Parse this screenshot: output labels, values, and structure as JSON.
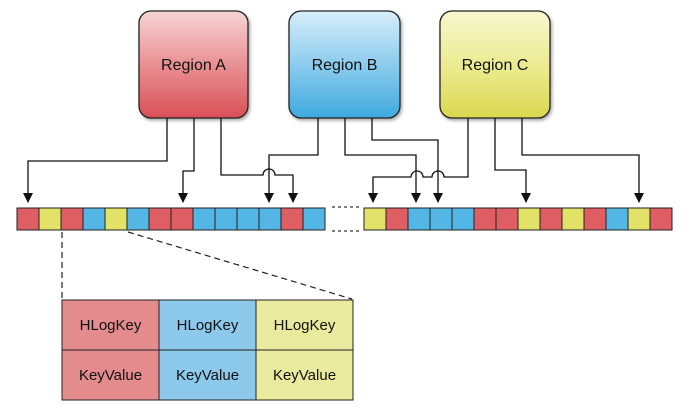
{
  "regions": [
    {
      "id": "A",
      "label": "Region A",
      "color": "red"
    },
    {
      "id": "B",
      "label": "Region B",
      "color": "blue"
    },
    {
      "id": "C",
      "label": "Region C",
      "color": "yellow"
    }
  ],
  "colors": {
    "red": "#de5e64",
    "blue": "#53b6e4",
    "yellow": "#e3e268",
    "red_light": "#e48b8e",
    "blue_light": "#8cc9eb",
    "yellow_light": "#eaea9e",
    "stroke": "#222222"
  },
  "log_left": [
    "red",
    "yellow",
    "red",
    "blue",
    "yellow",
    "blue",
    "red",
    "red",
    "blue",
    "blue",
    "blue",
    "blue",
    "red",
    "blue"
  ],
  "log_right": [
    "yellow",
    "red",
    "blue",
    "blue",
    "blue",
    "red",
    "red",
    "yellow",
    "red",
    "yellow",
    "red",
    "blue",
    "yellow",
    "red"
  ],
  "table": {
    "rows": [
      [
        "HLogKey",
        "HLogKey",
        "HLogKey"
      ],
      [
        "KeyValue",
        "KeyValue",
        "KeyValue"
      ]
    ],
    "column_colors": [
      "red",
      "blue",
      "yellow"
    ]
  }
}
